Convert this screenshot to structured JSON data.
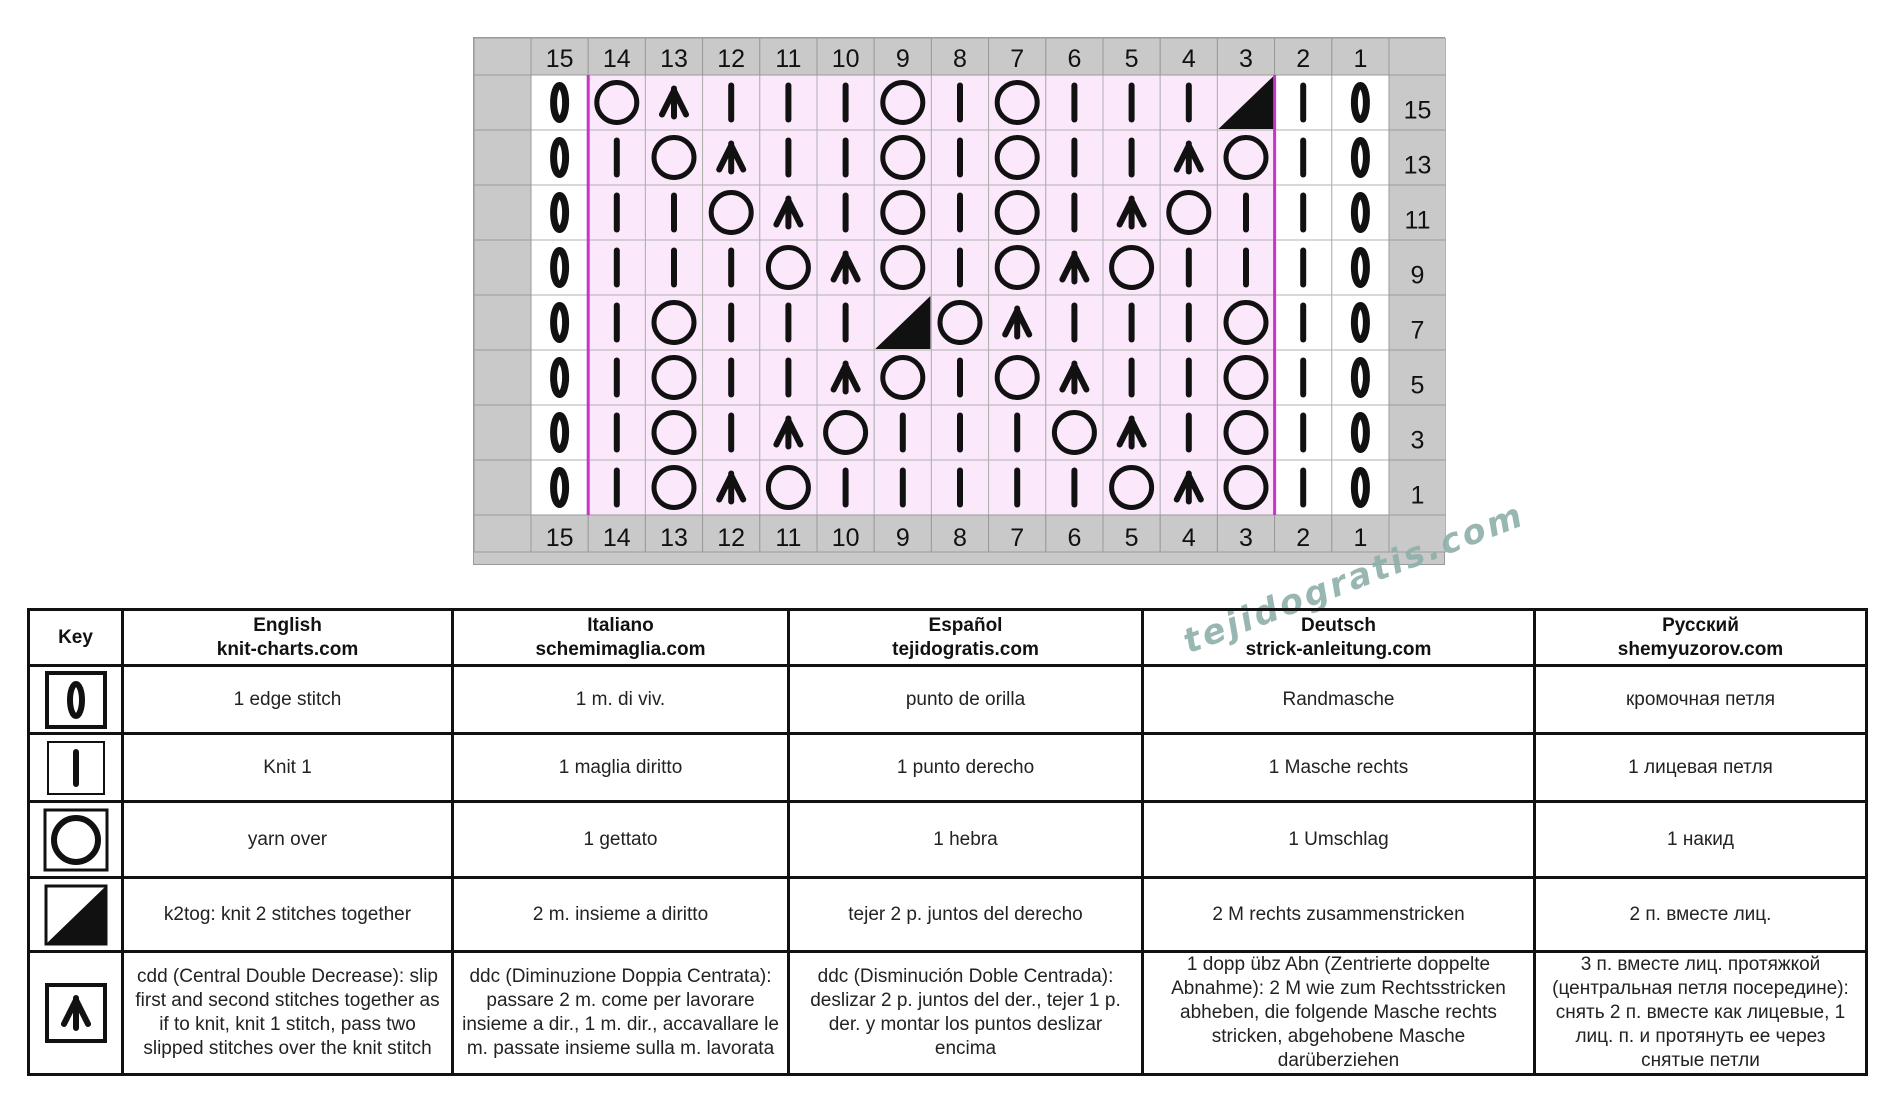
{
  "chart": {
    "columns_top": [
      "15",
      "14",
      "13",
      "12",
      "11",
      "10",
      "9",
      "8",
      "7",
      "6",
      "5",
      "4",
      "3",
      "2",
      "1"
    ],
    "columns_bottom": [
      "15",
      "14",
      "13",
      "12",
      "11",
      "10",
      "9",
      "8",
      "7",
      "6",
      "5",
      "4",
      "3",
      "2",
      "1"
    ],
    "row_labels": [
      "15",
      "13",
      "11",
      "9",
      "7",
      "5",
      "3",
      "1"
    ],
    "pattern_highlight_color": "#fbe9fb",
    "repeat_line_color": "#cc33cc",
    "grid_rows": [
      [
        "edge",
        "yo",
        "cdd",
        "knit",
        "knit",
        "knit",
        "yo",
        "knit",
        "yo",
        "knit",
        "knit",
        "knit",
        "k2tog",
        "knit",
        "edge"
      ],
      [
        "edge",
        "knit",
        "yo",
        "cdd",
        "knit",
        "knit",
        "yo",
        "knit",
        "yo",
        "knit",
        "knit",
        "cdd",
        "yo",
        "knit",
        "edge"
      ],
      [
        "edge",
        "knit",
        "knit",
        "yo",
        "cdd",
        "knit",
        "yo",
        "knit",
        "yo",
        "knit",
        "cdd",
        "yo",
        "knit",
        "knit",
        "edge"
      ],
      [
        "edge",
        "knit",
        "knit",
        "knit",
        "yo",
        "cdd",
        "yo",
        "knit",
        "yo",
        "cdd",
        "yo",
        "knit",
        "knit",
        "knit",
        "edge"
      ],
      [
        "edge",
        "knit",
        "yo",
        "knit",
        "knit",
        "knit",
        "k2tog",
        "yo",
        "cdd",
        "knit",
        "knit",
        "knit",
        "yo",
        "knit",
        "edge"
      ],
      [
        "edge",
        "knit",
        "yo",
        "knit",
        "knit",
        "cdd",
        "yo",
        "knit",
        "yo",
        "cdd",
        "knit",
        "knit",
        "yo",
        "knit",
        "edge"
      ],
      [
        "edge",
        "knit",
        "yo",
        "knit",
        "cdd",
        "yo",
        "knit",
        "knit",
        "knit",
        "yo",
        "cdd",
        "knit",
        "yo",
        "knit",
        "edge"
      ],
      [
        "edge",
        "knit",
        "yo",
        "cdd",
        "yo",
        "knit",
        "knit",
        "knit",
        "knit",
        "knit",
        "yo",
        "cdd",
        "yo",
        "knit",
        "edge"
      ]
    ]
  },
  "key": {
    "header": {
      "key_label": "Key",
      "languages": [
        {
          "language": "English",
          "site": "knit-charts.com"
        },
        {
          "language": "Italiano",
          "site": "schemimaglia.com"
        },
        {
          "language": "Español",
          "site": "tejidogratis.com"
        },
        {
          "language": "Deutsch",
          "site": "strick-anleitung.com"
        },
        {
          "language": "Русский",
          "site": "shemyuzorov.com"
        }
      ]
    },
    "rows": [
      {
        "symbol": "edge",
        "texts": [
          "1 edge stitch",
          "1 m. di viv.",
          "punto de orilla",
          "Randmasche",
          "кромочная петля"
        ]
      },
      {
        "symbol": "knit",
        "texts": [
          "Knit 1",
          "1 maglia diritto",
          "1 punto derecho",
          "1 Masche rechts",
          "1 лицевая петля"
        ]
      },
      {
        "symbol": "yo",
        "texts": [
          "yarn over",
          "1 gettato",
          "1 hebra",
          "1 Umschlag",
          "1 накид"
        ]
      },
      {
        "symbol": "k2tog",
        "texts": [
          "k2tog: knit 2 stitches together",
          "2 m. insieme a diritto",
          "tejer 2 p. juntos del derecho",
          "2 M rechts zusammenstricken",
          "2 п. вместе лиц."
        ]
      },
      {
        "symbol": "cdd",
        "texts": [
          "cdd (Central Double Decrease): slip first and second stitches together as if to knit, knit 1 stitch, pass two slipped stitches over the knit stitch",
          "ddc (Diminuzione Doppia Centrata): passare 2 m. come per lavorare insieme a dir., 1 m. dir., accavallare le m. passate insieme sulla m. lavorata",
          "ddc (Disminución Doble Centrada): deslizar 2 p. juntos del der., tejer 1 p. der. y montar los puntos deslizar encima",
          "1 dopp übz Abn (Zentrierte doppelte Abnahme): 2 M wie zum Rechtsstricken abheben, die folgende Masche rechts stricken, abgehobene Masche darüberziehen",
          "3 п. вместе лиц. протяжкой (центральная петля посередине): снять 2 п. вместе как лицевые, 1 лиц. п. и протянуть ее через снятые петли"
        ]
      }
    ]
  },
  "watermark": "tejidogratis.com"
}
